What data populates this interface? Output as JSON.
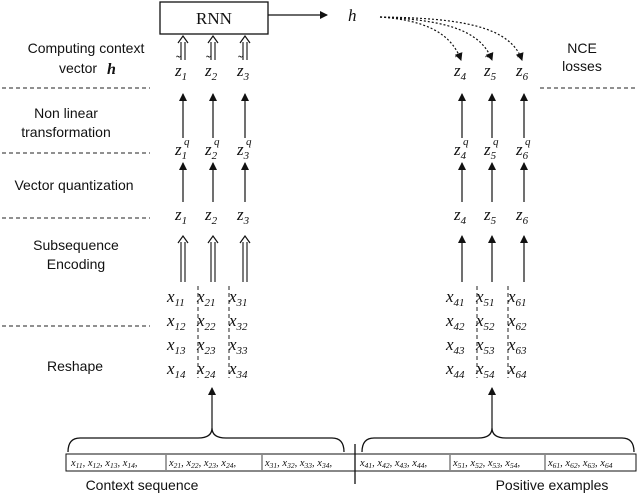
{
  "rnn_label": "RNN",
  "h_label": "h",
  "stage_labels": {
    "context": "Computing context",
    "context_line2": "vector",
    "context_h": "h",
    "nonlinear": "Non linear",
    "nonlinear_line2": "transformation",
    "vq": "Vector quantization",
    "subseq": "Subsequence",
    "subseq_line2": "Encoding",
    "reshape": "Reshape"
  },
  "nce": {
    "line1": "NCE",
    "line2": "losses"
  },
  "context_columns": [
    {
      "zt": "1",
      "zq": "1",
      "z": "1",
      "x": [
        "11",
        "12",
        "13",
        "14"
      ]
    },
    {
      "zt": "2",
      "zq": "2",
      "z": "2",
      "x": [
        "21",
        "22",
        "23",
        "24"
      ]
    },
    {
      "zt": "3",
      "zq": "3",
      "z": "3",
      "x": [
        "31",
        "32",
        "33",
        "34"
      ]
    }
  ],
  "positive_columns": [
    {
      "zt": "4",
      "zq": "4",
      "z": "4",
      "x": [
        "41",
        "42",
        "43",
        "44"
      ]
    },
    {
      "zt": "5",
      "zq": "5",
      "z": "5",
      "x": [
        "51",
        "52",
        "53",
        "54"
      ]
    },
    {
      "zt": "6",
      "zq": "6",
      "z": "6",
      "x": [
        "61",
        "62",
        "63",
        "64"
      ]
    }
  ],
  "sequence_groups": [
    [
      "11",
      "12",
      "13",
      "14"
    ],
    [
      "21",
      "22",
      "23",
      "24"
    ],
    [
      "31",
      "32",
      "33",
      "34"
    ],
    [
      "41",
      "42",
      "43",
      "44"
    ],
    [
      "51",
      "52",
      "53",
      "54"
    ],
    [
      "61",
      "62",
      "63",
      "64"
    ]
  ],
  "bottom_labels": {
    "context": "Context sequence",
    "positive": "Positive examples"
  }
}
